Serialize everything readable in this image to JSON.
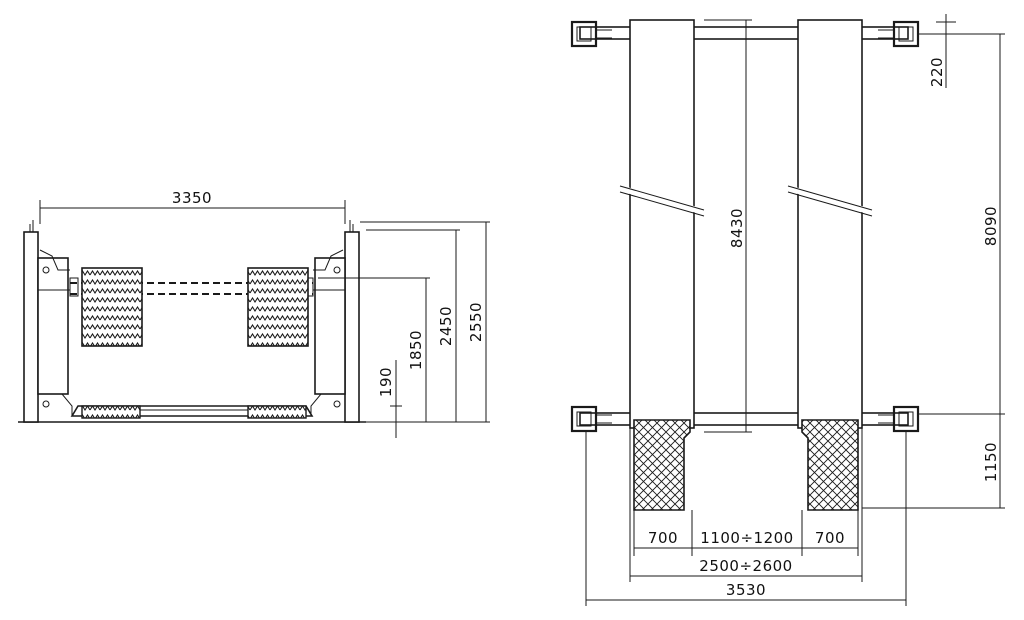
{
  "front_view": {
    "width_dim": "3350",
    "height_dims": [
      "190",
      "1850",
      "2450",
      "2550"
    ]
  },
  "plan_view": {
    "runway_length_dim": "8430",
    "overall_length_dim": "8090",
    "top_offset_dim": "220",
    "bottom_offset_dim": "1150",
    "runway_width_left": "700",
    "runway_gap": "1100÷1200",
    "runway_width_right": "700",
    "outer_runway_span": "2500÷2600",
    "overall_width_dim": "3530"
  },
  "colors": {
    "line": "#1a1a1a",
    "background": "#ffffff"
  }
}
